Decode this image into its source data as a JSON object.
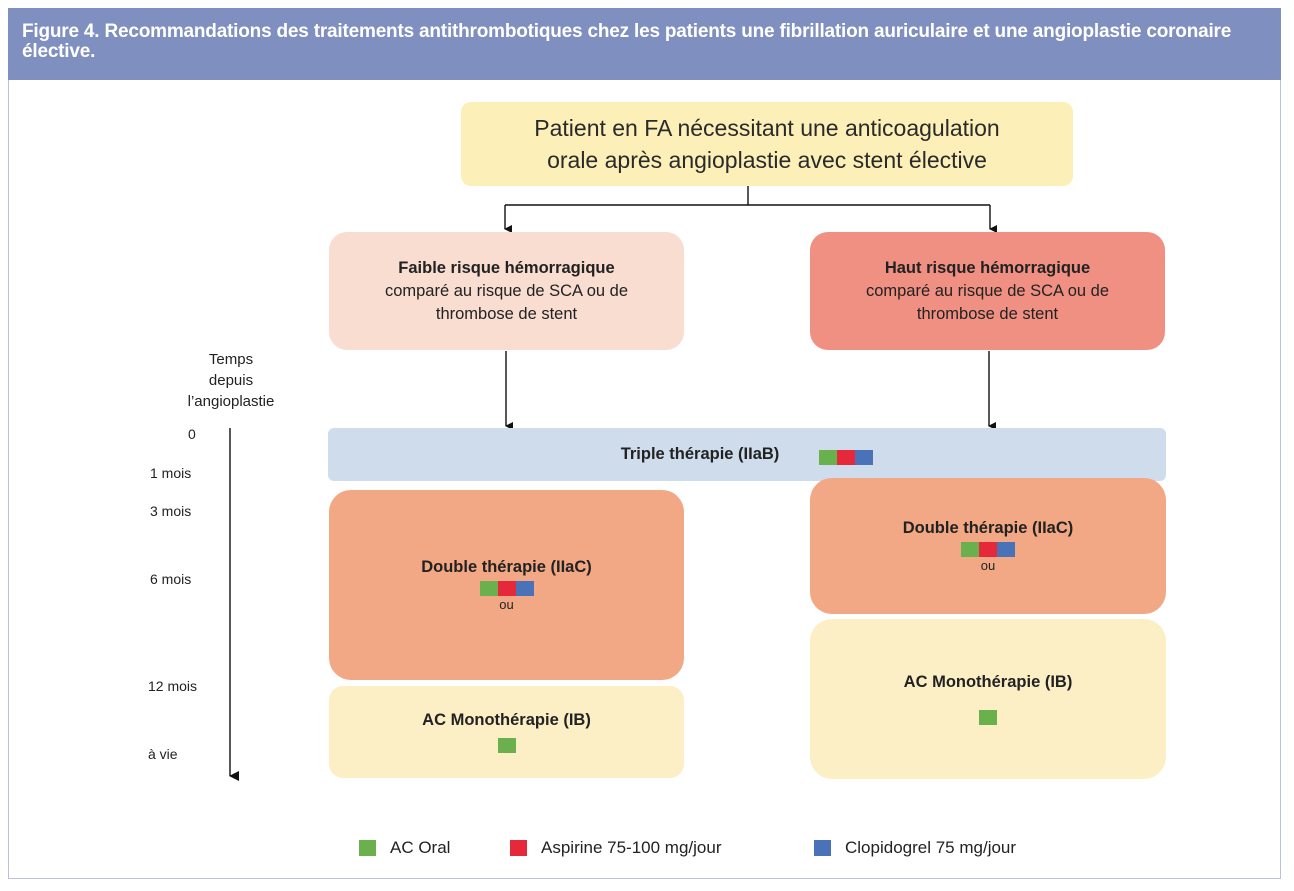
{
  "figure": {
    "title": "Figure 4. Recommandations des traitements antithrombotiques chez les patients une fibrillation auriculaire et une angioplastie coronaire élective."
  },
  "colors": {
    "ac_oral": "#6ab04c",
    "aspirine": "#e5283a",
    "clopidogrel": "#4a72b8"
  },
  "diagram": {
    "patient": {
      "line1": "Patient en FA nécessitant une anticoagulation",
      "line2": "orale après angioplastie avec stent élective"
    },
    "low_risk": {
      "title": "Faible risque hémorragique",
      "line1": "comparé au risque de SCA ou de",
      "line2": "thrombose de stent"
    },
    "high_risk": {
      "title": "Haut risque hémorragique",
      "line1": "comparé au risque de SCA ou de",
      "line2": "thrombose de stent"
    },
    "triple": {
      "label": "Triple thérapie (IIaB)"
    },
    "double_low": {
      "label": "Double thérapie (IIaC)",
      "or": "ou"
    },
    "double_high": {
      "label": "Double thérapie (IIaC)",
      "or": "ou"
    },
    "mono_low": {
      "label": "AC Monothérapie (IB)"
    },
    "mono_high": {
      "label": "AC Monothérapie (IB)"
    }
  },
  "timeline": {
    "title_l1": "Temps",
    "title_l2": "depuis",
    "title_l3": "l’angioplastie",
    "ticks": [
      "0",
      "1 mois",
      "3 mois",
      "6 mois",
      "12 mois",
      "à vie"
    ]
  },
  "legend": {
    "ac_oral": "AC Oral",
    "aspirine": "Aspirine 75-100 mg/jour",
    "clopidogrel": "Clopidogrel 75 mg/jour"
  }
}
